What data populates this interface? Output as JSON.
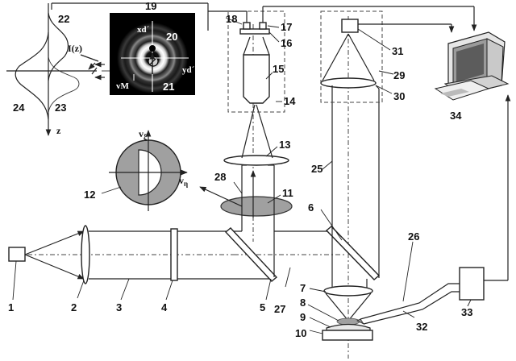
{
  "labels": {
    "n1": "1",
    "n2": "2",
    "n3": "3",
    "n4": "4",
    "n5": "5",
    "n6": "6",
    "n7": "7",
    "n8": "8",
    "n9": "9",
    "n10": "10",
    "n11": "11",
    "n12": "12",
    "n13": "13",
    "n14": "14",
    "n15": "15",
    "n16": "16",
    "n17": "17",
    "n18": "18",
    "n19": "19",
    "n20": "20",
    "n21": "21",
    "n22": "22",
    "n23": "23",
    "n24": "24",
    "n25": "25",
    "n26": "26",
    "n27": "27",
    "n28": "28",
    "n29": "29",
    "n30": "30",
    "n31": "31",
    "n32": "32",
    "n33": "33",
    "n34": "34"
  },
  "text": {
    "iz": "I(z)",
    "z": "z",
    "xd": "xd´",
    "yd": "yd´",
    "vm": "vM",
    "v_xi": "v",
    "v_xi_sub": "ξ",
    "v_eta": "v",
    "v_eta_sub": "η"
  },
  "colors": {
    "line": "#222222",
    "gray": "#a0a0a0",
    "panel": "#000000"
  }
}
